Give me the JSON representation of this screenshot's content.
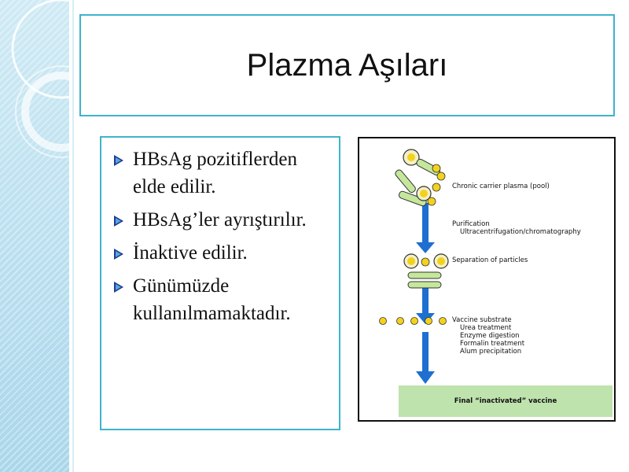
{
  "slide": {
    "title": "Plazma Aşıları",
    "bullets": [
      "HBsAg pozitiflerden elde edilir.",
      "HBsAg’ler ayrıştırılır.",
      "İnaktive edilir.",
      "Günümüzde kullanılmamaktadır."
    ]
  },
  "figure": {
    "steps": {
      "plasma": "Chronic carrier plasma (pool)",
      "purification": "Purification",
      "purification_methods": "Ultracentrifugation/chromatography",
      "separation": "Separation of particles",
      "substrate": "Vaccine substrate",
      "urea": "Urea treatment",
      "enzyme": "Enzyme digestion",
      "formalin": "Formalin treatment",
      "alum": "Alum precipitation",
      "final": "Final “inactivated” vaccine"
    }
  },
  "colors": {
    "accent_border": "#3fb3cc",
    "bullet": "#1a3d8f",
    "arrow": "#1f6fd1",
    "particle_yellow": "#f3d21c",
    "particle_green": "#c5e79b",
    "final_bar": "#bfe3ad"
  }
}
